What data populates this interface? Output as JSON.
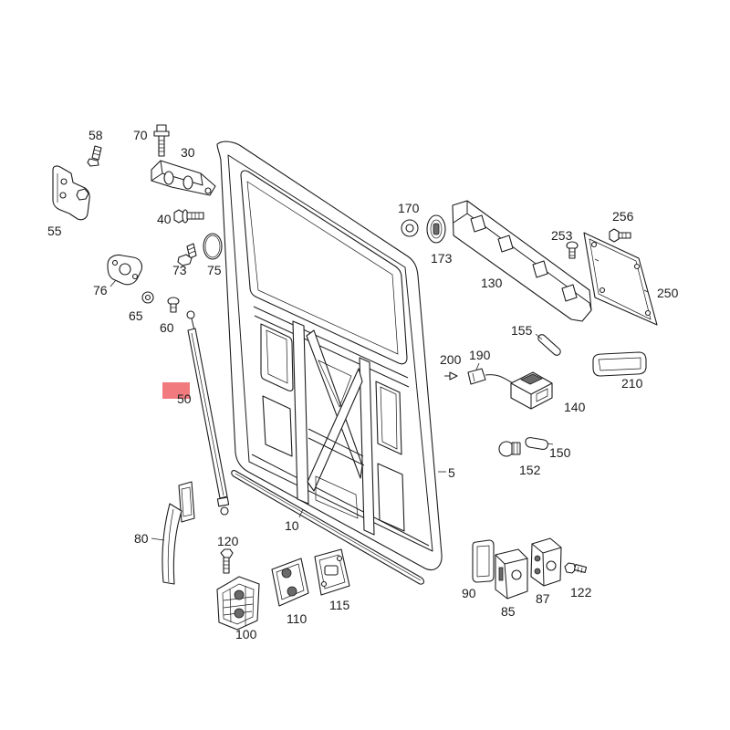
{
  "diagram": {
    "callouts": {
      "n5": "5",
      "n10": "10",
      "n30": "30",
      "n40": "40",
      "n50": "50",
      "n55": "55",
      "n58": "58",
      "n60": "60",
      "n65": "65",
      "n70": "70",
      "n73": "73",
      "n75": "75",
      "n76": "76",
      "n80": "80",
      "n85": "85",
      "n87": "87",
      "n90": "90",
      "n100": "100",
      "n110": "110",
      "n115": "115",
      "n120": "120",
      "n122": "122",
      "n130": "130",
      "n140": "140",
      "n150": "150",
      "n152": "152",
      "n155": "155",
      "n170": "170",
      "n173": "173",
      "n190": "190",
      "n200": "200",
      "n210": "210",
      "n250": "250",
      "n253": "253",
      "n256": "256"
    },
    "highlighted_callout": "50"
  },
  "colors": {
    "highlight": "#ee6b70",
    "line": "#1c1c1c",
    "background": "#ffffff"
  }
}
